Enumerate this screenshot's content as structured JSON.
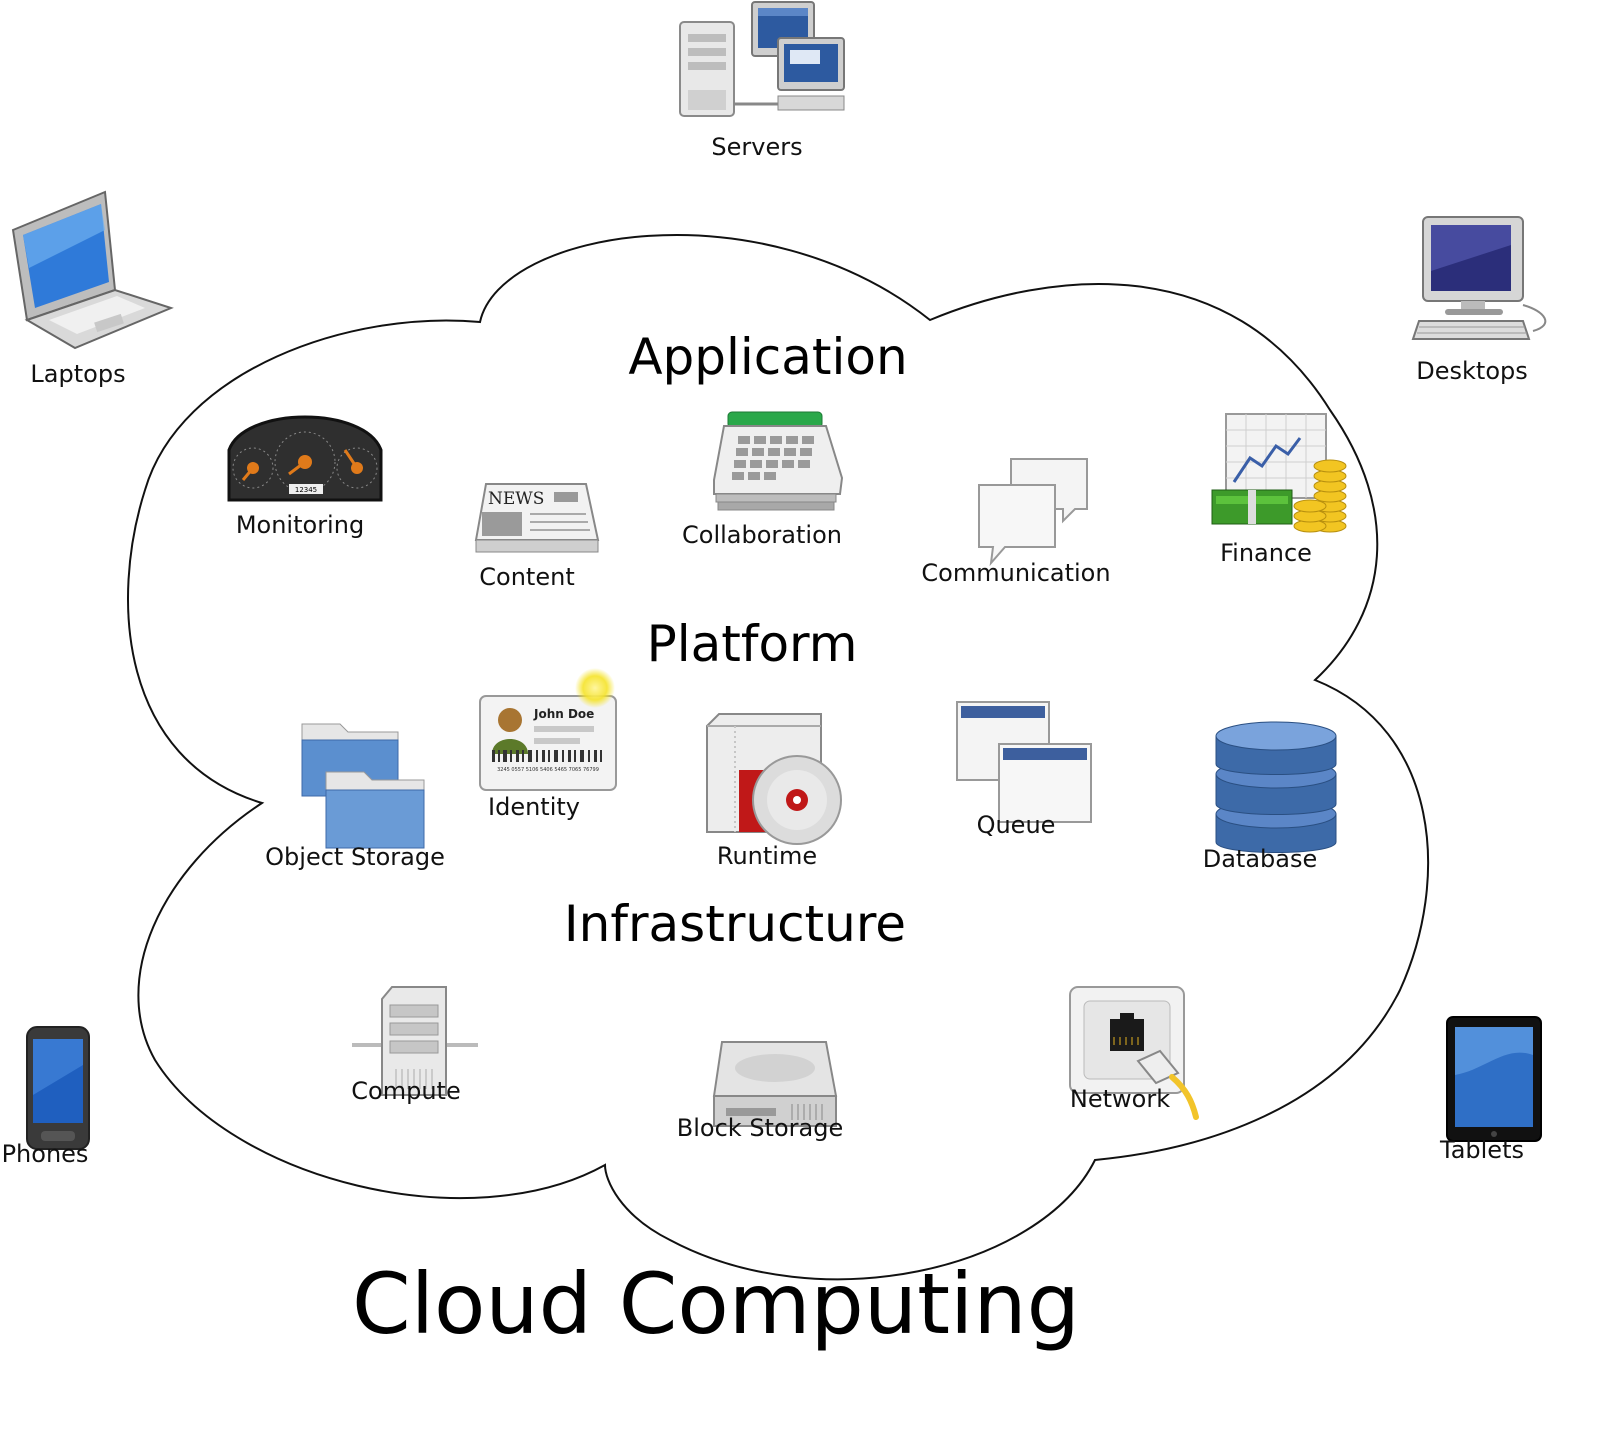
{
  "title": "Cloud Computing",
  "layers": {
    "application": "Application",
    "platform": "Platform",
    "infrastructure": "Infrastructure"
  },
  "clients": {
    "servers": "Servers",
    "laptops": "Laptops",
    "desktops": "Desktops",
    "phones": "Phones",
    "tablets": "Tablets"
  },
  "application_services": {
    "monitoring": "Monitoring",
    "content": "Content",
    "collaboration": "Collaboration",
    "communication": "Communication",
    "finance": "Finance"
  },
  "platform_services": {
    "object_storage": "Object Storage",
    "identity": "Identity",
    "runtime": "Runtime",
    "queue": "Queue",
    "database": "Database"
  },
  "infrastructure_services": {
    "compute": "Compute",
    "block_storage": "Block Storage",
    "network": "Network"
  },
  "icon_text": {
    "news_masthead": "NEWS",
    "identity_card_name": "John Doe",
    "identity_card_number": "3245 0557 5106 5406 5465 7065 76799",
    "odometer": "12345"
  },
  "icons": {
    "servers": "server-network-icon",
    "laptops": "laptop-icon",
    "desktops": "desktop-computer-icon",
    "phones": "smartphone-icon",
    "tablets": "tablet-icon",
    "monitoring": "dashboard-gauge-icon",
    "content": "newspaper-icon",
    "collaboration": "calendar-icon",
    "communication": "chat-bubbles-icon",
    "finance": "money-chart-icon",
    "object_storage": "folders-icon",
    "identity": "id-card-icon",
    "runtime": "software-package-icon",
    "queue": "windows-icon",
    "database": "database-icon",
    "compute": "server-tower-icon",
    "block_storage": "hard-drive-icon",
    "network": "network-jack-icon"
  }
}
